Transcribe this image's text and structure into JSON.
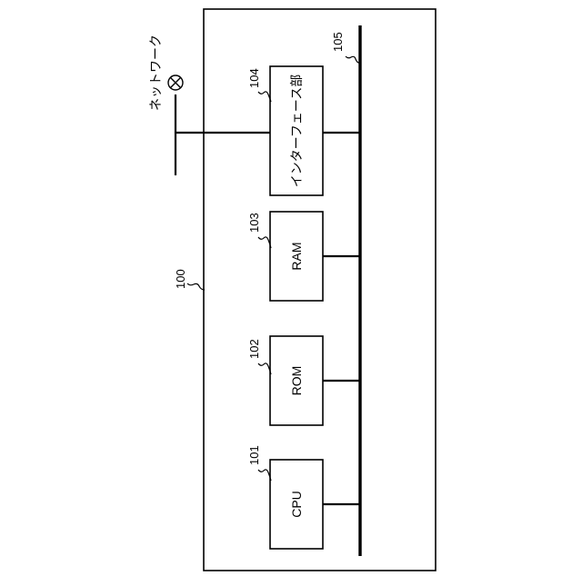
{
  "diagram": {
    "outer_ref": "100",
    "bus_ref": "105",
    "network": {
      "label": "ネットワーク",
      "icon": "network-terminal-icon"
    },
    "components": [
      {
        "ref": "101",
        "label": "CPU"
      },
      {
        "ref": "102",
        "label": "ROM"
      },
      {
        "ref": "103",
        "label": "RAM"
      },
      {
        "ref": "104",
        "label": "インターフェース部"
      }
    ]
  }
}
